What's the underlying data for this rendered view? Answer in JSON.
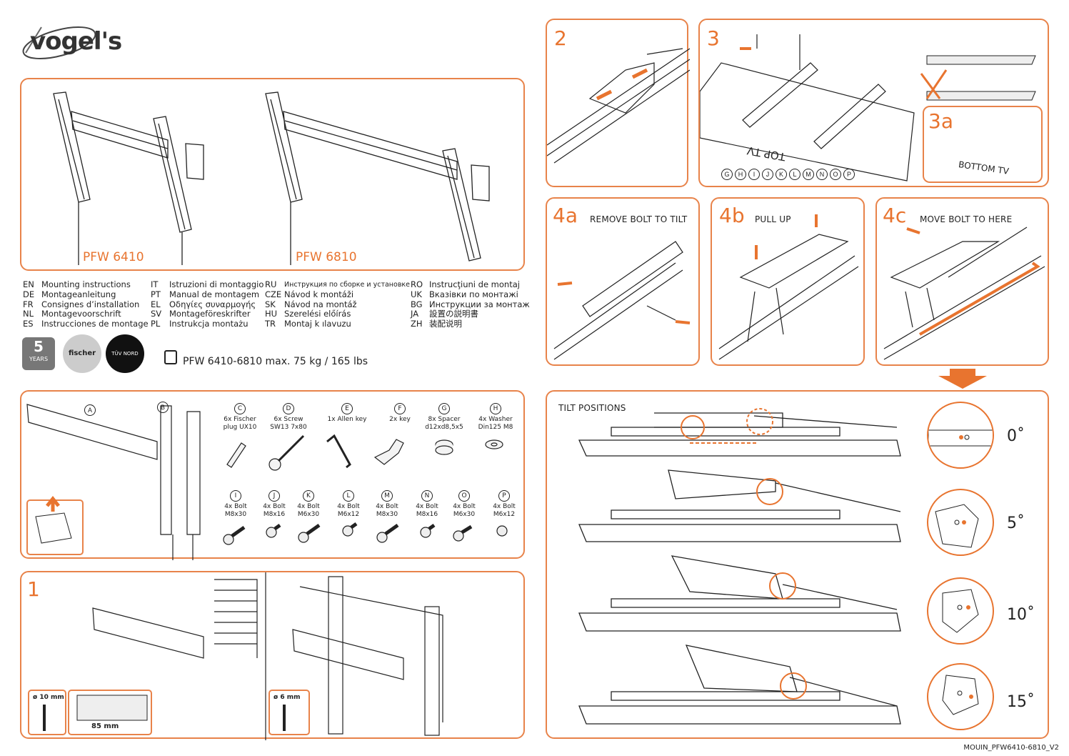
{
  "brand": {
    "name": "vogel's"
  },
  "models": [
    "PFW 6410",
    "PFW 6810"
  ],
  "languages": [
    [
      {
        "code": "EN",
        "text": "Mounting instructions"
      },
      {
        "code": "DE",
        "text": "Montageanleitung"
      },
      {
        "code": "FR",
        "text": "Consignes d’installation"
      },
      {
        "code": "NL",
        "text": "Montagevoorschrift"
      },
      {
        "code": "ES",
        "text": "Instrucciones de montage"
      }
    ],
    [
      {
        "code": "IT",
        "text": "Istruzioni di montaggio"
      },
      {
        "code": "PT",
        "text": "Manual de montagem"
      },
      {
        "code": "EL",
        "text": "Οδηγίες συναρμογής"
      },
      {
        "code": "SV",
        "text": "Montageföreskrifter"
      },
      {
        "code": "PL",
        "text": "Instrukcja montażu"
      }
    ],
    [
      {
        "code": "RU",
        "text": "Инструкция по сборке и установке"
      },
      {
        "code": "CZE",
        "text": "Návod k montáži"
      },
      {
        "code": "SK",
        "text": "Návod na montáž"
      },
      {
        "code": "HU",
        "text": "Szerelési előírás"
      },
      {
        "code": "TR",
        "text": "Montaj k ılavuzu"
      }
    ],
    [
      {
        "code": "RO",
        "text": "Instrucţiuni de montaj"
      },
      {
        "code": "UK",
        "text": "Вказівки по монтажі"
      },
      {
        "code": "BG",
        "text": "Инструкции за монтаж"
      },
      {
        "code": "JA",
        "text": "設置の説明書"
      },
      {
        "code": "ZH",
        "text": "装配说明"
      }
    ]
  ],
  "badges": {
    "years": "5",
    "years_label": "YEARS",
    "fischer": "fischer",
    "tuv": "TÜV NORD"
  },
  "weight": "PFW 6410-6810 max. 75 kg / 165 lbs",
  "parts": [
    {
      "letter": "C",
      "desc": "6x Fischer plug UX10"
    },
    {
      "letter": "D",
      "desc": "6x Screw SW13 7x80"
    },
    {
      "letter": "E",
      "desc": "1x Allen key"
    },
    {
      "letter": "F",
      "desc": "2x key"
    },
    {
      "letter": "G",
      "desc": "8x Spacer d12xd8,5x5"
    },
    {
      "letter": "H",
      "desc": "4x Washer Din125 M8"
    },
    {
      "letter": "I",
      "desc": "4x Bolt M8x30"
    },
    {
      "letter": "J",
      "desc": "4x Bolt M8x16"
    },
    {
      "letter": "K",
      "desc": "4x Bolt M6x30"
    },
    {
      "letter": "L",
      "desc": "4x Bolt M6x12"
    },
    {
      "letter": "M",
      "desc": "4x Bolt M8x30"
    },
    {
      "letter": "N",
      "desc": "4x Bolt M8x16"
    },
    {
      "letter": "O",
      "desc": "4x Bolt M6x30"
    },
    {
      "letter": "P",
      "desc": "4x Bolt M6x12"
    }
  ],
  "rail_labels": [
    "A",
    "B"
  ],
  "step1": {
    "label": "1",
    "drill1": "ø 10 mm",
    "depth": "85 mm",
    "drill2": "ø 6 mm"
  },
  "step2": {
    "label": "2"
  },
  "step3": {
    "label": "3",
    "sublabel": "3a",
    "bottom_tv": "BOTTOM TV",
    "letters": [
      "G",
      "H",
      "I",
      "J",
      "K",
      "L",
      "M",
      "N",
      "O",
      "P"
    ],
    "top_tv": "TOP TV"
  },
  "step4a": {
    "label": "4a",
    "caption": "REMOVE BOLT TO TILT"
  },
  "step4b": {
    "label": "4b",
    "caption": "PULL UP"
  },
  "step4c": {
    "label": "4c",
    "caption": "MOVE BOLT TO HERE"
  },
  "tilt": {
    "title": "TILT POSITIONS",
    "angles": [
      "0˚",
      "5˚",
      "10˚",
      "15˚"
    ]
  },
  "colors": {
    "accent": "#e8742f",
    "border": "#e8834a"
  },
  "doc_ref": "MOUIN_PFW6410-6810_V2"
}
